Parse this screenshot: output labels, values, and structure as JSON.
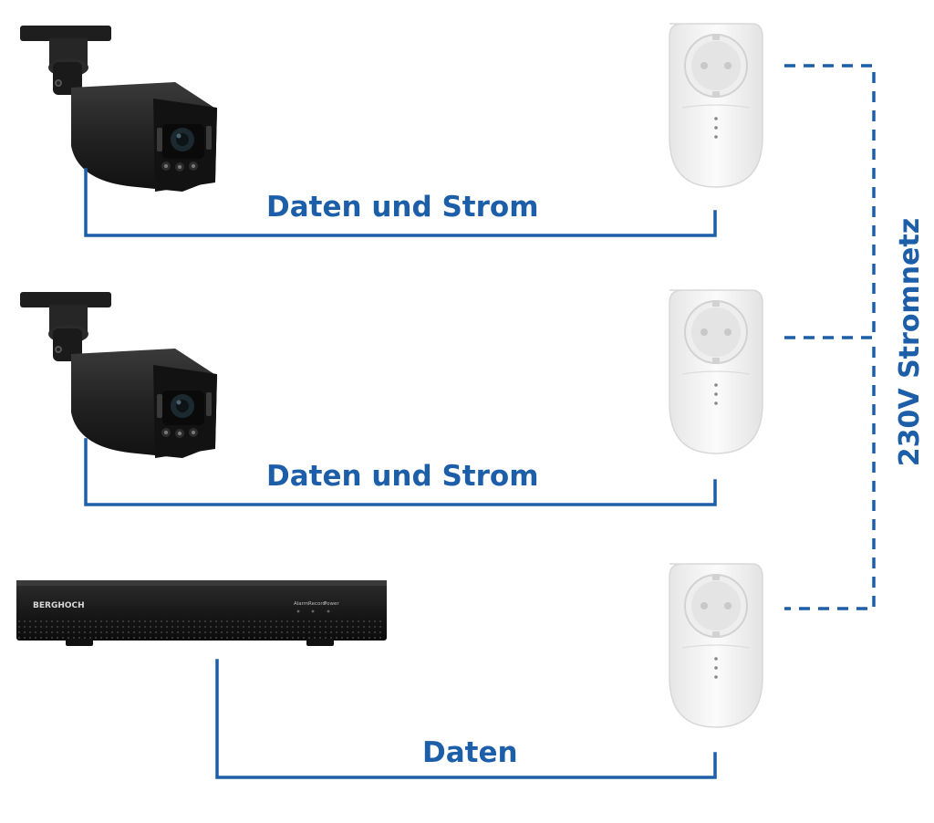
{
  "colors": {
    "line_blue": "#1d5ea8",
    "device_black": "#222222",
    "plug_white": "#f2f2f2"
  },
  "devices": {
    "camera_top": {
      "icon": "bullet-camera-icon"
    },
    "camera_middle": {
      "icon": "bullet-camera-icon"
    },
    "recorder": {
      "icon": "nvr-recorder-icon",
      "brand": "BERGHOCH",
      "indicators": [
        "Alarm",
        "Record",
        "Power"
      ]
    },
    "power_adapters": {
      "icon": "poe-plug-adapter-icon",
      "count": 3
    }
  },
  "connections": {
    "camera_top_label": "Daten und Strom",
    "camera_middle_label": "Daten und Strom",
    "recorder_label": "Daten",
    "mains_label": "230V Stromnetz"
  }
}
